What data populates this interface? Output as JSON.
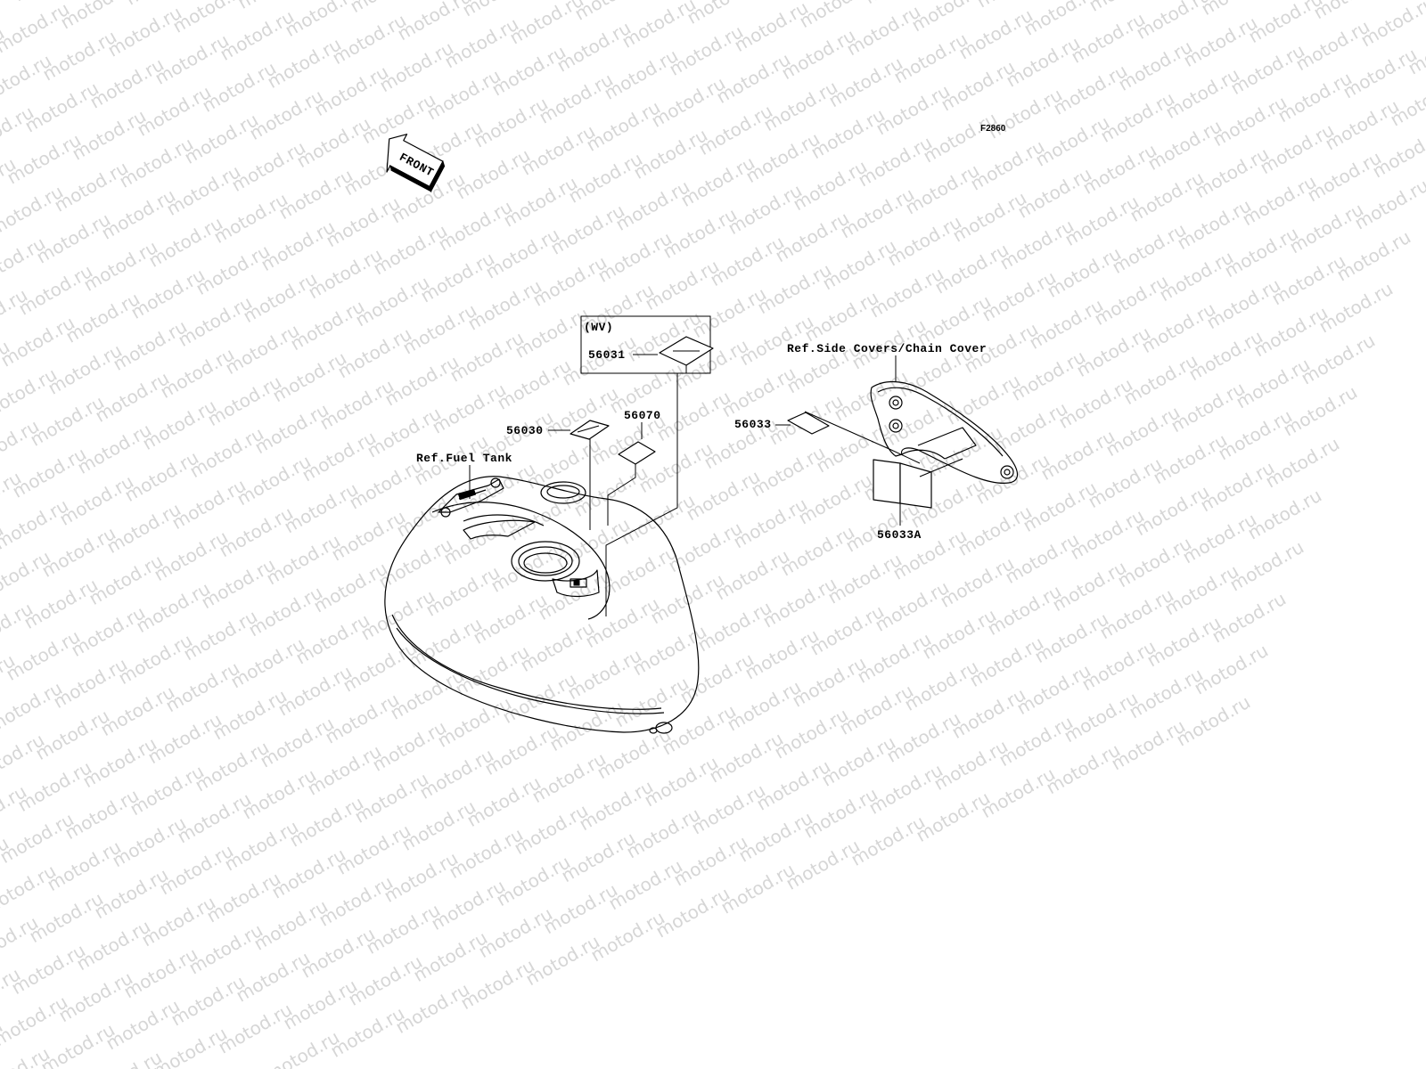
{
  "watermark": {
    "text": "motod.ru",
    "color": "#d6d6d6"
  },
  "figure_code": "F2860",
  "front_arrow_label": "FRONT",
  "ref_labels": {
    "fuel_tank": "Ref.Fuel Tank",
    "side_covers": "Ref.Side Covers/Chain Cover"
  },
  "variant_box_label": "(WV)",
  "part_numbers": {
    "p56031": "56031",
    "p56030": "56030",
    "p56070": "56070",
    "p56033": "56033",
    "p56033a": "56033A"
  },
  "icons": {
    "front_arrow": "front-arrow-icon",
    "fuel_tank": "fuel-tank-drawing",
    "chain_cover": "chain-cover-drawing"
  }
}
